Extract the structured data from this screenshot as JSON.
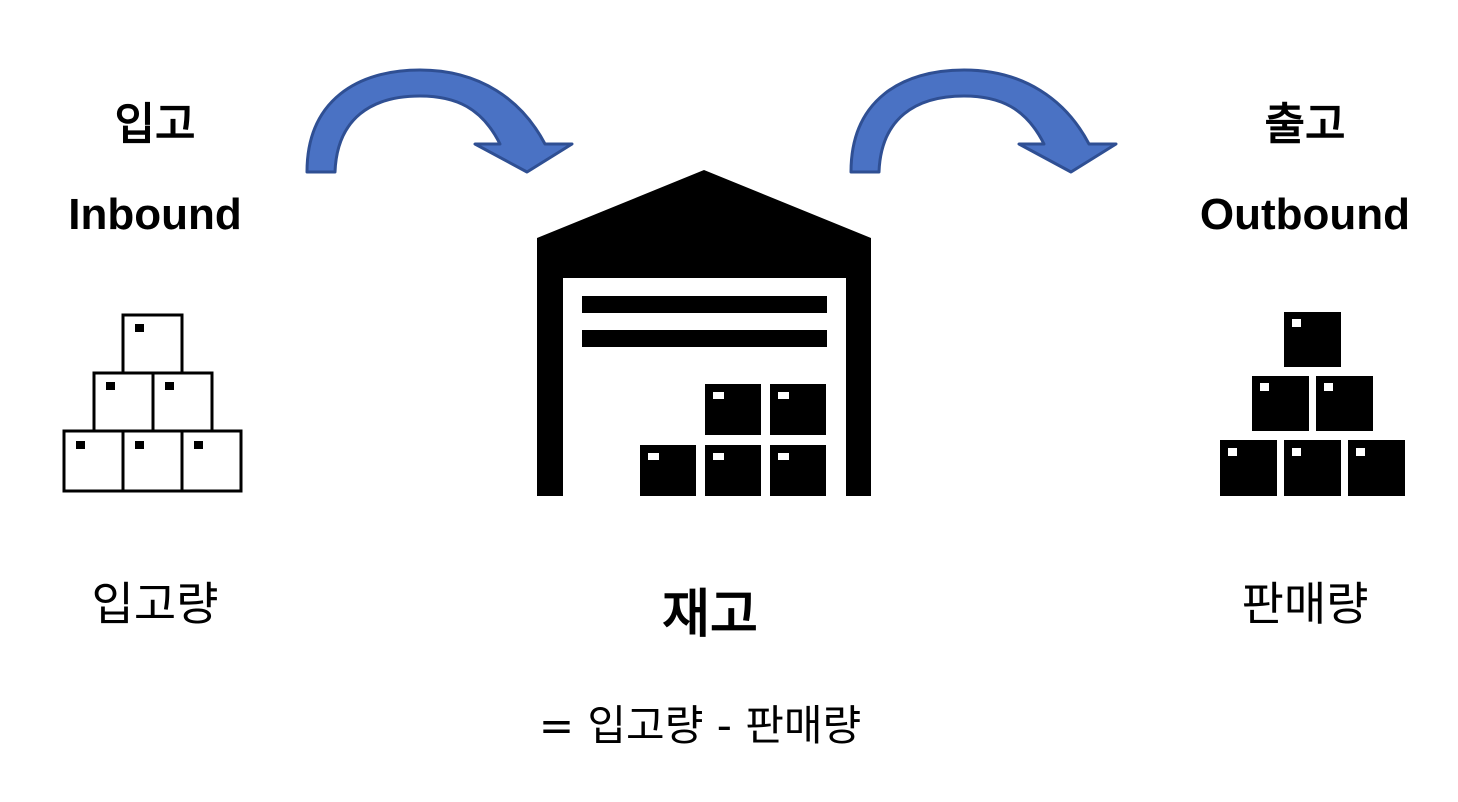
{
  "inbound": {
    "title_ko": "입고",
    "title_en": "Inbound",
    "quantity_label": "입고량"
  },
  "outbound": {
    "title_ko": "출고",
    "title_en": "Outbound",
    "quantity_label": "판매량"
  },
  "inventory": {
    "label": "재고",
    "formula": "= 입고량 - 판매량"
  },
  "colors": {
    "arrow_fill": "#4a72c4",
    "arrow_stroke": "#2f4f93",
    "icon": "#000000"
  },
  "icons": {
    "inbound": "box-pyramid-outline-icon",
    "warehouse": "warehouse-icon",
    "outbound": "box-pyramid-solid-icon",
    "flow_arrows": "curved-arrow-icon"
  }
}
